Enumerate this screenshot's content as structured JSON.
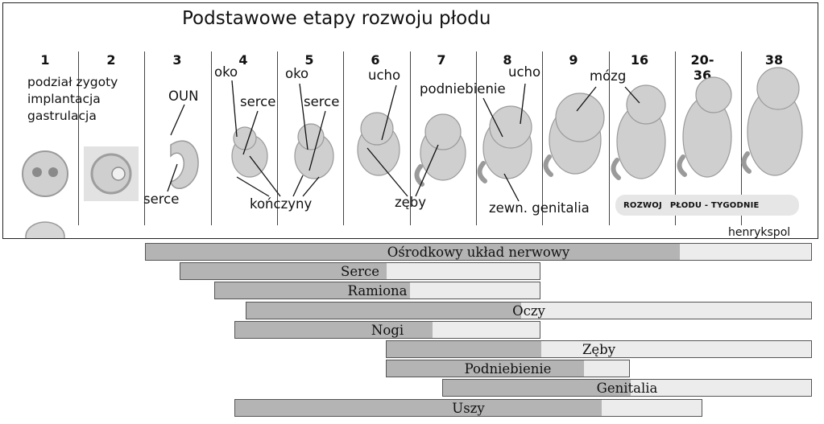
{
  "title": "Podstawowe etapy rozwoju płodu",
  "weeks": [
    "1",
    "2",
    "3",
    "4",
    "5",
    "6",
    "7",
    "8",
    "9",
    "16",
    "20-36",
    "38"
  ],
  "labels": {
    "stage1_text": "podział zygoty\nimplantacja\ngastrulacja",
    "oun": "OUN",
    "serce_low": "serce",
    "oko_4": "oko",
    "serce_4": "serce",
    "oko_5": "oko",
    "serce_5": "serce",
    "konczyny": "kończyny",
    "ucho_6": "ucho",
    "podniebienie": "podniebienie",
    "ucho_8": "ucho",
    "zeby": "zęby",
    "zewn_genitalia": "zewn. genitalia",
    "mozg": "mózg"
  },
  "legend_left": "ROZWOJ",
  "legend_right": "PŁODU - TYGODNIE",
  "credit": "henrykspol",
  "chart_data": {
    "type": "bar",
    "ordering": "Gantt-style timeline aligned with the week columns above",
    "legend": "darker segment = critical development period, lighter segment = further development",
    "series": [
      {
        "name": "Ośrodkowy układ nerwowy",
        "start": "3",
        "critical_end": "20-36",
        "end": "38"
      },
      {
        "name": "Serce",
        "start": "3",
        "critical_end": "6",
        "end": "8"
      },
      {
        "name": "Ramiona",
        "start": "4",
        "critical_end": "6",
        "end": "8"
      },
      {
        "name": "Oczy",
        "start": "4",
        "critical_end": "8",
        "end": "38"
      },
      {
        "name": "Nogi",
        "start": "4",
        "critical_end": "6",
        "end": "8"
      },
      {
        "name": "Zęby",
        "start": "6",
        "critical_end": "8",
        "end": "38"
      },
      {
        "name": "Podniebienie",
        "start": "6",
        "critical_end": "9",
        "end": "9"
      },
      {
        "name": "Genitalia",
        "start": "7",
        "critical_end": "9",
        "end": "38"
      },
      {
        "name": "Uszy",
        "start": "4",
        "critical_end": "9",
        "end": "16"
      }
    ]
  },
  "colors": {
    "critical": "#b4b4b4",
    "noncritical": "#ececec",
    "border": "#555555",
    "embryo": "#cfcfcf",
    "embryo_edge": "#9a9a9a"
  }
}
